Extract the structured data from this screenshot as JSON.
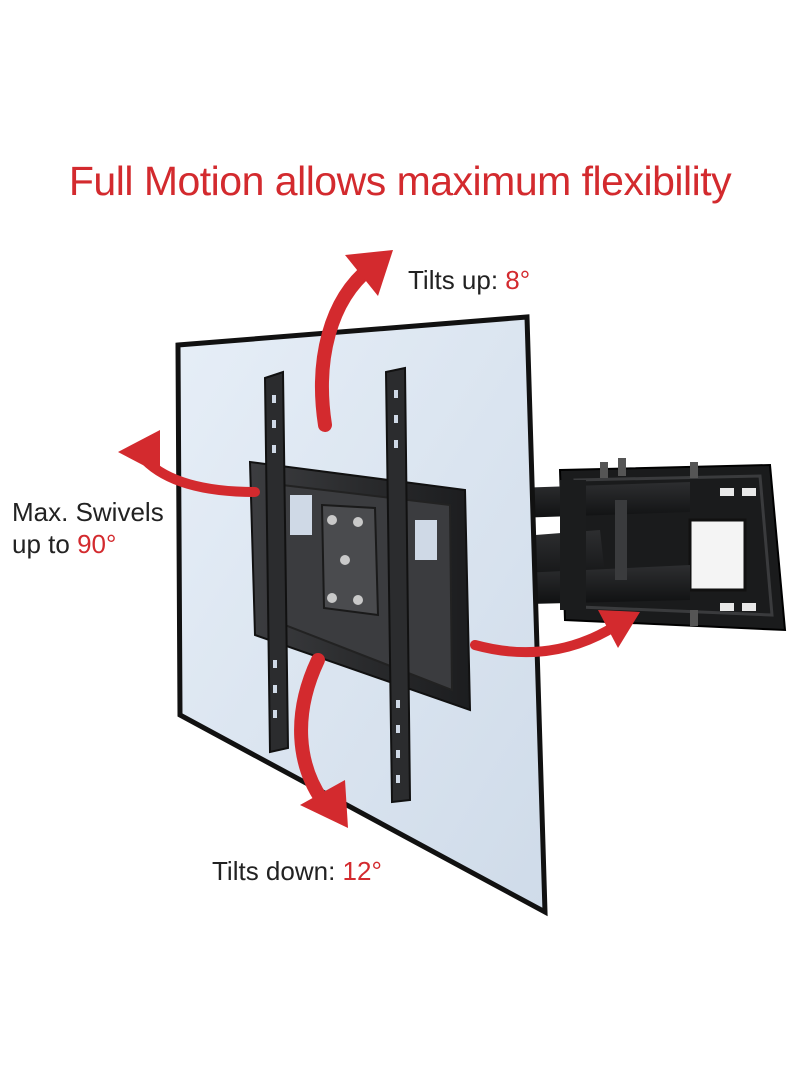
{
  "headline": "Full Motion allows maximum flexibility",
  "labels": {
    "tilt_up": {
      "prefix": "Tilts up: ",
      "value": "8°"
    },
    "swivel": {
      "line1": "Max. Swivels",
      "line2_prefix": "up to ",
      "value": "90°"
    },
    "tilt_down": {
      "prefix": "Tilts down: ",
      "value": "12°"
    }
  },
  "colors": {
    "accent": "#d32a2e",
    "screen_fill": "#dce6f1",
    "screen_border": "#111111",
    "metal": "#2e2f31"
  }
}
